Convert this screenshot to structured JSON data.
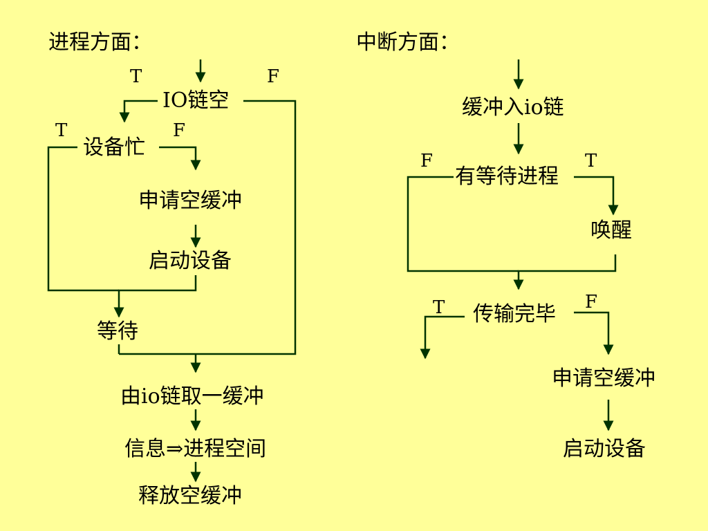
{
  "colors": {
    "background": "#FFFF99",
    "line": "#003300",
    "text": "#000000"
  },
  "left": {
    "heading": "进程方面：",
    "io_empty": "IO链空",
    "device_busy": "设备忙",
    "apply_buffer": "申请空缓冲",
    "start_device": "启动设备",
    "wait": "等待",
    "take_buffer": "由io链取一缓冲",
    "info_to_process": "信息⇒进程空间",
    "release_buffer": "释放空缓冲",
    "t1": "T",
    "f1": "F",
    "t2": "T",
    "f2": "F"
  },
  "right": {
    "heading": "中断方面：",
    "buffer_into_io": "缓冲入io链",
    "waiting_process": "有等待进程",
    "wake_up": "唤醒",
    "transfer_done": "传输完毕",
    "apply_buffer": "申请空缓冲",
    "start_device": "启动设备",
    "f1": "F",
    "t1": "T",
    "t2": "T",
    "f2": "F"
  }
}
